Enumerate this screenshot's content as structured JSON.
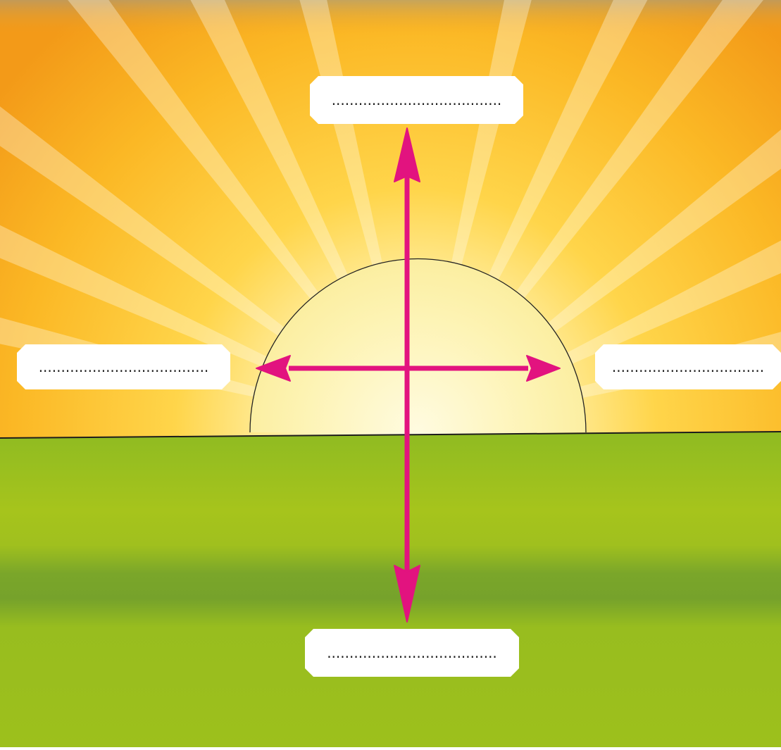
{
  "diagram": {
    "labels": {
      "top": "......................................",
      "left": "......................................",
      "right": "..................................",
      "bottom": "......................................"
    },
    "colors": {
      "arrow": "#e2137f",
      "sky_top": "#f7a21b",
      "sky_glow": "#fff6c8",
      "sun": "#fdf3a8",
      "ground": "#9bbf1c",
      "ground_band": "#6fa12a",
      "label_box": "#ffffff"
    },
    "icons": [
      "sun-semicircle",
      "double-arrow-vertical",
      "double-arrow-horizontal"
    ]
  }
}
